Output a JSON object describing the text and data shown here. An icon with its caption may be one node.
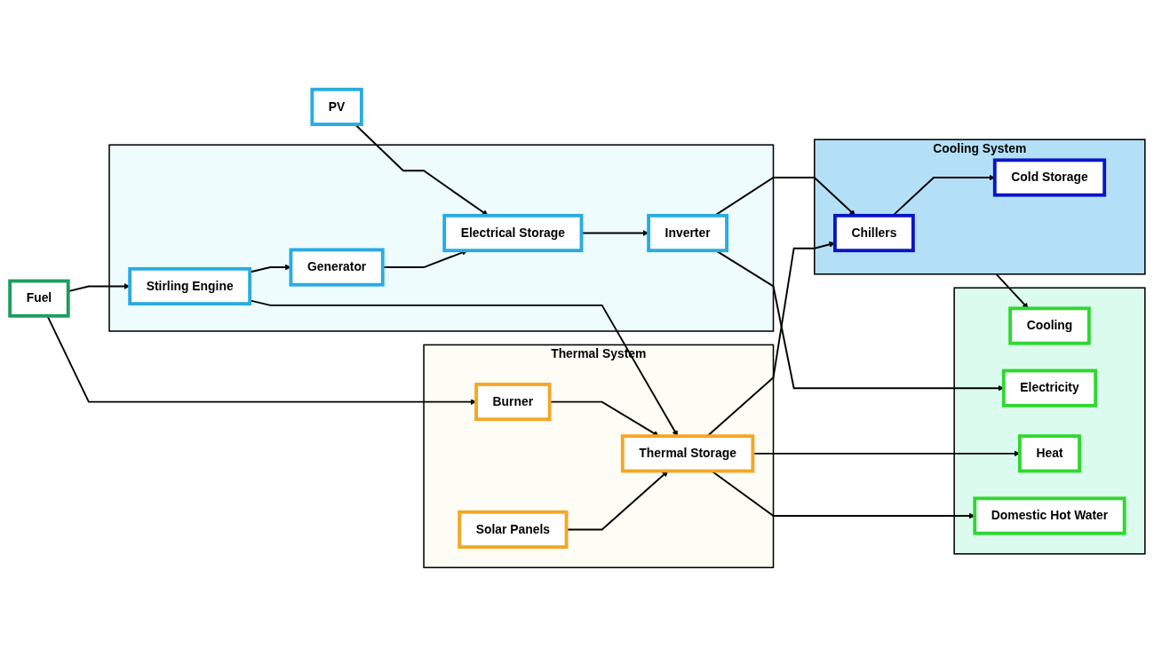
{
  "diagram": {
    "nodes": [
      {
        "text": [
          "PV"
        ]
      },
      {
        "text": [],
        "shape": "box"
      },
      {
        "text": [
          "Stirling Engine"
        ],
        "in": 1
      },
      {
        "text": [
          "Generator"
        ],
        "in": 1
      },
      {
        "text": [
          "Electrical Storage"
        ],
        "in": 1
      },
      {
        "text": [
          "Inverter"
        ],
        "in": 1
      },
      {
        "text": [
          "Fuel"
        ]
      },
      {
        "text": [
          "Cooling System"
        ]
      },
      {
        "text": [
          "Chillers"
        ],
        "in": 7
      },
      {
        "text": [
          "Cold Storage"
        ],
        "in": 7
      },
      {
        "text": [
          "Thermal System"
        ]
      },
      {
        "text": [
          "Burner"
        ],
        "in": 10
      },
      {
        "text": [
          "Thermal Storage"
        ],
        "in": 10
      },
      {
        "text": [
          "Solar Panels"
        ],
        "in": 10
      },
      {
        "text": [],
        "shape": "box"
      },
      {
        "text": [
          "Electricity"
        ],
        "in": 14
      },
      {
        "text": [
          "Cooling"
        ],
        "in": 14
      },
      {
        "text": [
          "Heat"
        ],
        "in": 14
      },
      {
        "text": [
          "Domestic Hot Water"
        ],
        "in": 14
      }
    ],
    "edges": [
      {
        "from": 0,
        "to": 4,
        "arrow": "to"
      },
      {
        "from": 2,
        "to": 3,
        "arrow": "to"
      },
      {
        "from": 3,
        "to": 4,
        "arrow": "to"
      },
      {
        "from": 4,
        "to": 5,
        "arrow": "to"
      },
      {
        "from": 5,
        "to": 15,
        "arrow": "to"
      },
      {
        "from": 5,
        "to": 8,
        "arrow": "to"
      },
      {
        "from": 6,
        "to": 2,
        "arrow": "to"
      },
      {
        "from": 6,
        "to": 11,
        "arrow": "to"
      },
      {
        "from": 2,
        "to": 12,
        "arrow": "to"
      },
      {
        "from": 12,
        "to": 8,
        "arrow": "to"
      },
      {
        "from": 8,
        "to": 9,
        "arrow": "to"
      },
      {
        "from": 7,
        "to": 16,
        "arrow": "to"
      },
      {
        "from": 11,
        "to": 12,
        "arrow": "to"
      },
      {
        "from": 13,
        "to": 12,
        "arrow": "to"
      },
      {
        "from": 12,
        "to": 17,
        "arrow": "to"
      },
      {
        "from": 12,
        "to": 18,
        "arrow": "to"
      }
    ]
  }
}
